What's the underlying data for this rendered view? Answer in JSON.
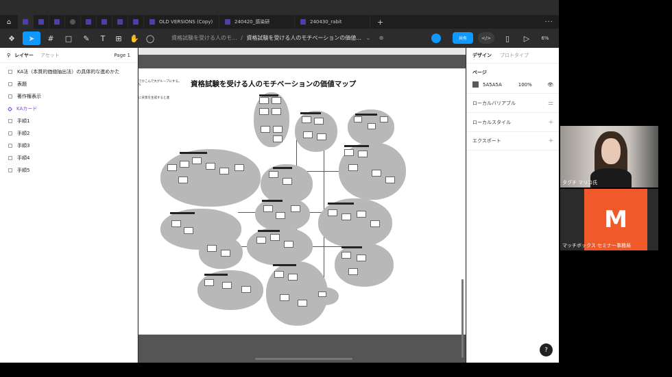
{
  "tabs": {
    "home_icon": "home-icon",
    "titled": [
      "OLD VERSIONS (Copy)",
      "240420_感染研",
      "240430_rabit"
    ],
    "plus": "+",
    "more": "···"
  },
  "toolbar": {
    "breadcrumb_parent": "資格試験を受ける人のモ...",
    "breadcrumb_sep": "/",
    "breadcrumb_current": "資格試験を受ける人のモチベーションの価値...",
    "share_label": "共有",
    "devmode_label": "</>",
    "zoom": "6%"
  },
  "left_panel": {
    "tab_layers": "レイヤー",
    "tab_assets": "アセット",
    "page_selector": "Page 1",
    "layers": [
      {
        "label": "KA法（本質的価値抽出法）の具体的な進めかた",
        "type": "frame"
      },
      {
        "label": "表題",
        "type": "frame"
      },
      {
        "label": "著作権表示",
        "type": "frame"
      },
      {
        "label": "KAカード",
        "type": "component"
      },
      {
        "label": "手順1",
        "type": "frame"
      },
      {
        "label": "手順2",
        "type": "frame"
      },
      {
        "label": "手順3",
        "type": "frame"
      },
      {
        "label": "手順4",
        "type": "frame"
      },
      {
        "label": "手順5",
        "type": "frame"
      }
    ]
  },
  "canvas": {
    "map_title": "資格試験を受ける人のモチベーションの価値マップ",
    "note_1": "でかこんで大グループにする。",
    "note_2": "に背景を生成すると連"
  },
  "right_panel": {
    "tab_design": "デザイン",
    "tab_prototype": "プロトタイプ",
    "page_label": "ページ",
    "bg_hex": "5A5A5A",
    "bg_opacity": "100%",
    "local_variables": "ローカルバリアブル",
    "local_styles": "ローカルスタイル",
    "export": "エクスポート"
  },
  "help": "?",
  "participants": [
    {
      "name": "タグチ マリコ氏"
    },
    {
      "name": "マッチボックス セミナー事務局",
      "logo": "M"
    }
  ],
  "colors": {
    "accent": "#0d99ff",
    "logo_bg": "#f05a2a",
    "page_bg": "#5a5a5a"
  }
}
